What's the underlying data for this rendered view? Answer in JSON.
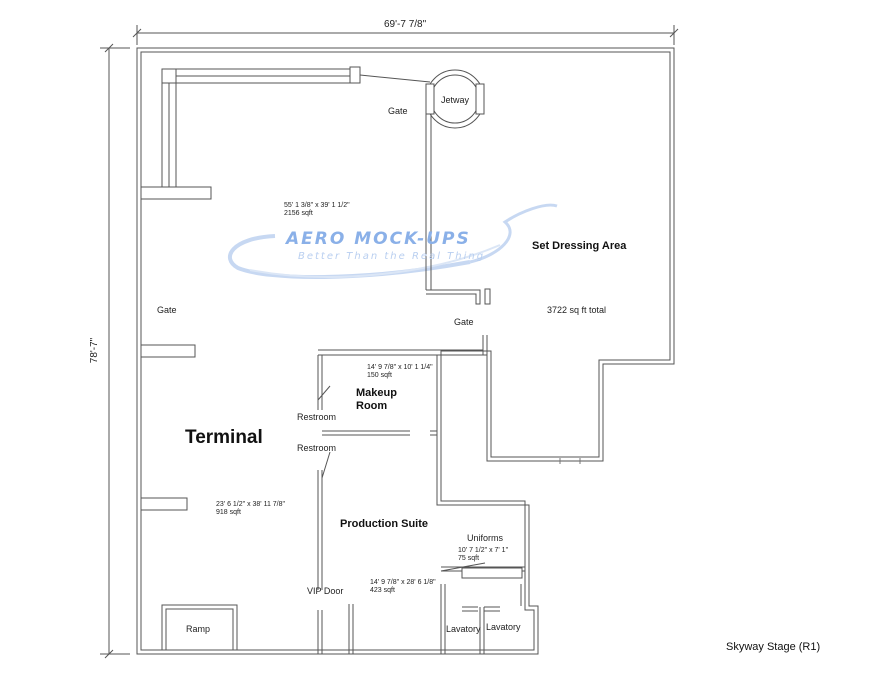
{
  "dimensions": {
    "width_label": "69'-7 7/8\"",
    "height_label": "78'-7\""
  },
  "logo": {
    "title": "AERO MOCK-UPS",
    "tagline": "Better Than the Real Thing"
  },
  "rooms": {
    "terminal": {
      "label": "Terminal",
      "dims": "23' 6 1/2\" x 38' 11 7/8\"",
      "area": "918 sqft"
    },
    "gate_area": {
      "dims": "55' 1 3/8\" x 39' 1 1/2\"",
      "area": "2156 sqft"
    },
    "set_dressing": {
      "label": "Set Dressing Area",
      "area": "3722 sq ft total"
    },
    "makeup": {
      "label_line1": "Makeup",
      "label_line2": "Room",
      "dims": "14' 9 7/8\" x  10' 1 1/4\"",
      "area": "150 sqft"
    },
    "production": {
      "label": "Production Suite",
      "dims": "14' 9  7/8\" x  28' 6 1/8\"",
      "area": "423 sqft"
    },
    "uniforms": {
      "label": "Uniforms",
      "dims": "10' 7 1/2\" x 7' 1\"",
      "area": "75 sqft"
    },
    "jetway": {
      "label": "Jetway"
    },
    "ramp": {
      "label": "Ramp"
    },
    "lavatory_1": {
      "label": "Lavatory"
    },
    "lavatory_2": {
      "label": "Lavatory"
    },
    "restroom_1": {
      "label": "Restroom"
    },
    "restroom_2": {
      "label": "Restroom"
    }
  },
  "labels": {
    "gate_top": "Gate",
    "gate_left": "Gate",
    "gate_mid": "Gate",
    "vip_door": "VIP Door",
    "stage_name": "Skyway Stage (R1)"
  },
  "colors": {
    "wall": "#555555",
    "wall_fill": "#ffffff",
    "logo_blue": "#8ab0e8",
    "logo_light": "#c7d8f2"
  }
}
